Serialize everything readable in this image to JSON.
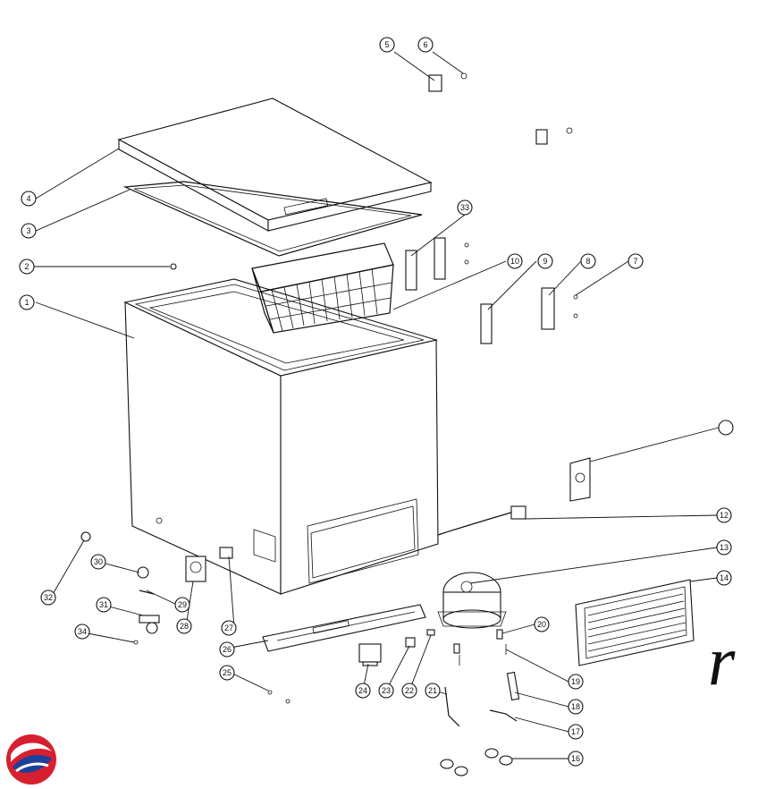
{
  "diagram": {
    "type": "exploded-parts-view",
    "callouts": [
      "1",
      "2",
      "3",
      "4",
      "5",
      "6",
      "7",
      "8",
      "9",
      "10",
      "12",
      "13",
      "14",
      "16",
      "17",
      "18",
      "19",
      "20",
      "21",
      "22",
      "23",
      "24",
      "25",
      "26",
      "27",
      "28",
      "29",
      "30",
      "31",
      "32",
      "33",
      "34"
    ],
    "unlabeled_callout": ""
  },
  "watermark_letter": "r",
  "colors": {
    "line": "#111111",
    "background": "#ffffff",
    "logo_red": "#d62030",
    "logo_blue": "#1f3f9a"
  }
}
